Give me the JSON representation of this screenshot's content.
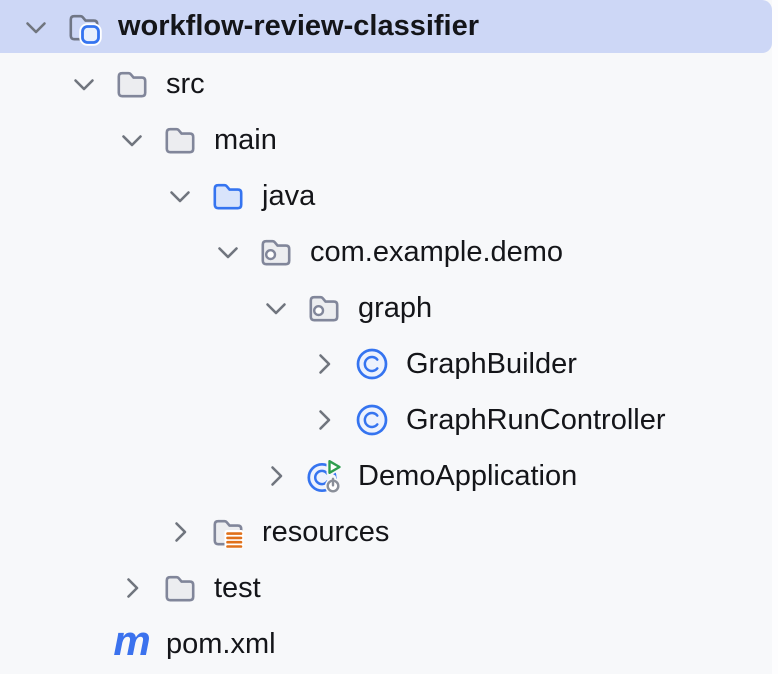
{
  "window": {
    "title": "Project tree panel",
    "background_color": "#f7f8fa",
    "selection_color": "#cdd7f6",
    "text_color": "#141519",
    "accent_blue": "#3574f0",
    "run_green": "#2e9e4f",
    "resources_orange": "#e0701a",
    "folder_gray": "#81869a"
  },
  "tree": {
    "rows": [
      {
        "label": "workflow-review-classifier",
        "level": 0,
        "icon": "project-folder-icon",
        "chevron": "expanded",
        "selected": true,
        "bold": true
      },
      {
        "label": "src",
        "level": 1,
        "icon": "folder-icon",
        "chevron": "expanded"
      },
      {
        "label": "main",
        "level": 2,
        "icon": "folder-icon",
        "chevron": "expanded"
      },
      {
        "label": "java",
        "level": 3,
        "icon": "sources-folder-icon",
        "chevron": "expanded"
      },
      {
        "label": "com.example.demo",
        "level": 4,
        "icon": "package-icon",
        "chevron": "expanded"
      },
      {
        "label": "graph",
        "level": 5,
        "icon": "package-icon",
        "chevron": "expanded"
      },
      {
        "label": "GraphBuilder",
        "level": 6,
        "icon": "java-class-icon",
        "chevron": "collapsed"
      },
      {
        "label": "GraphRunController",
        "level": 6,
        "icon": "java-class-icon",
        "chevron": "collapsed"
      },
      {
        "label": "DemoApplication",
        "level": 5,
        "icon": "runnable-class-icon",
        "chevron": "collapsed"
      },
      {
        "label": "resources",
        "level": 3,
        "icon": "resources-folder-icon",
        "chevron": "collapsed"
      },
      {
        "label": "test",
        "level": 2,
        "icon": "folder-icon",
        "chevron": "collapsed"
      },
      {
        "label": "pom.xml",
        "level": 1,
        "icon": "maven-icon",
        "chevron": "none"
      }
    ]
  }
}
